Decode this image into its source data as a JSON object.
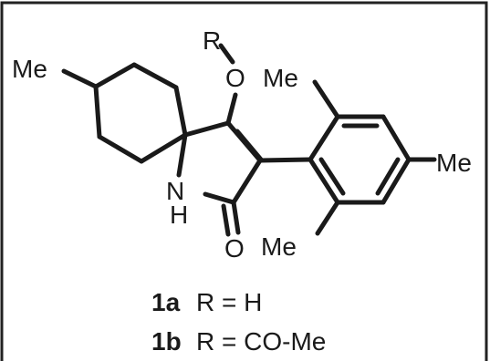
{
  "figure": {
    "atoms": {
      "r": "R",
      "o_ether": "O",
      "me_cyclohexyl": "Me",
      "me_ortho_top": "Me",
      "me_para": "Me",
      "me_ortho_bottom": "Me",
      "n": "N",
      "h": "H",
      "o_carbonyl": "O"
    },
    "legend": [
      {
        "label": "1a",
        "text": "R = H"
      },
      {
        "label": "1b",
        "text": "R = CO-Me"
      }
    ]
  }
}
